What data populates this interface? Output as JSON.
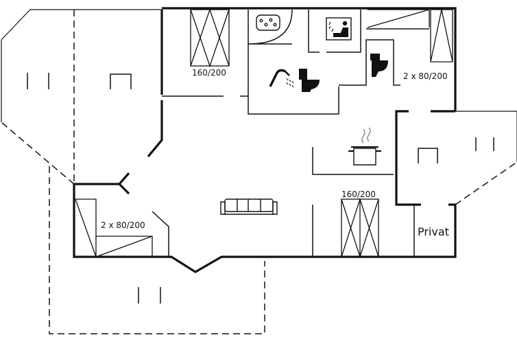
{
  "floorplan": {
    "labels": {
      "bed_top": "160/200",
      "bed_right_top": "2 x 80/200",
      "bed_left": "2 x 80/200",
      "bed_center": "160/200",
      "privat": "Privat"
    },
    "icons": [
      "jacuzzi-icon",
      "sauna-icon",
      "shower-icon",
      "toilet-icon",
      "cooking-pot-icon",
      "sofa-icon"
    ],
    "colors": {
      "wall": "#111111",
      "thin_line": "#222222",
      "background": "#ffffff"
    }
  }
}
